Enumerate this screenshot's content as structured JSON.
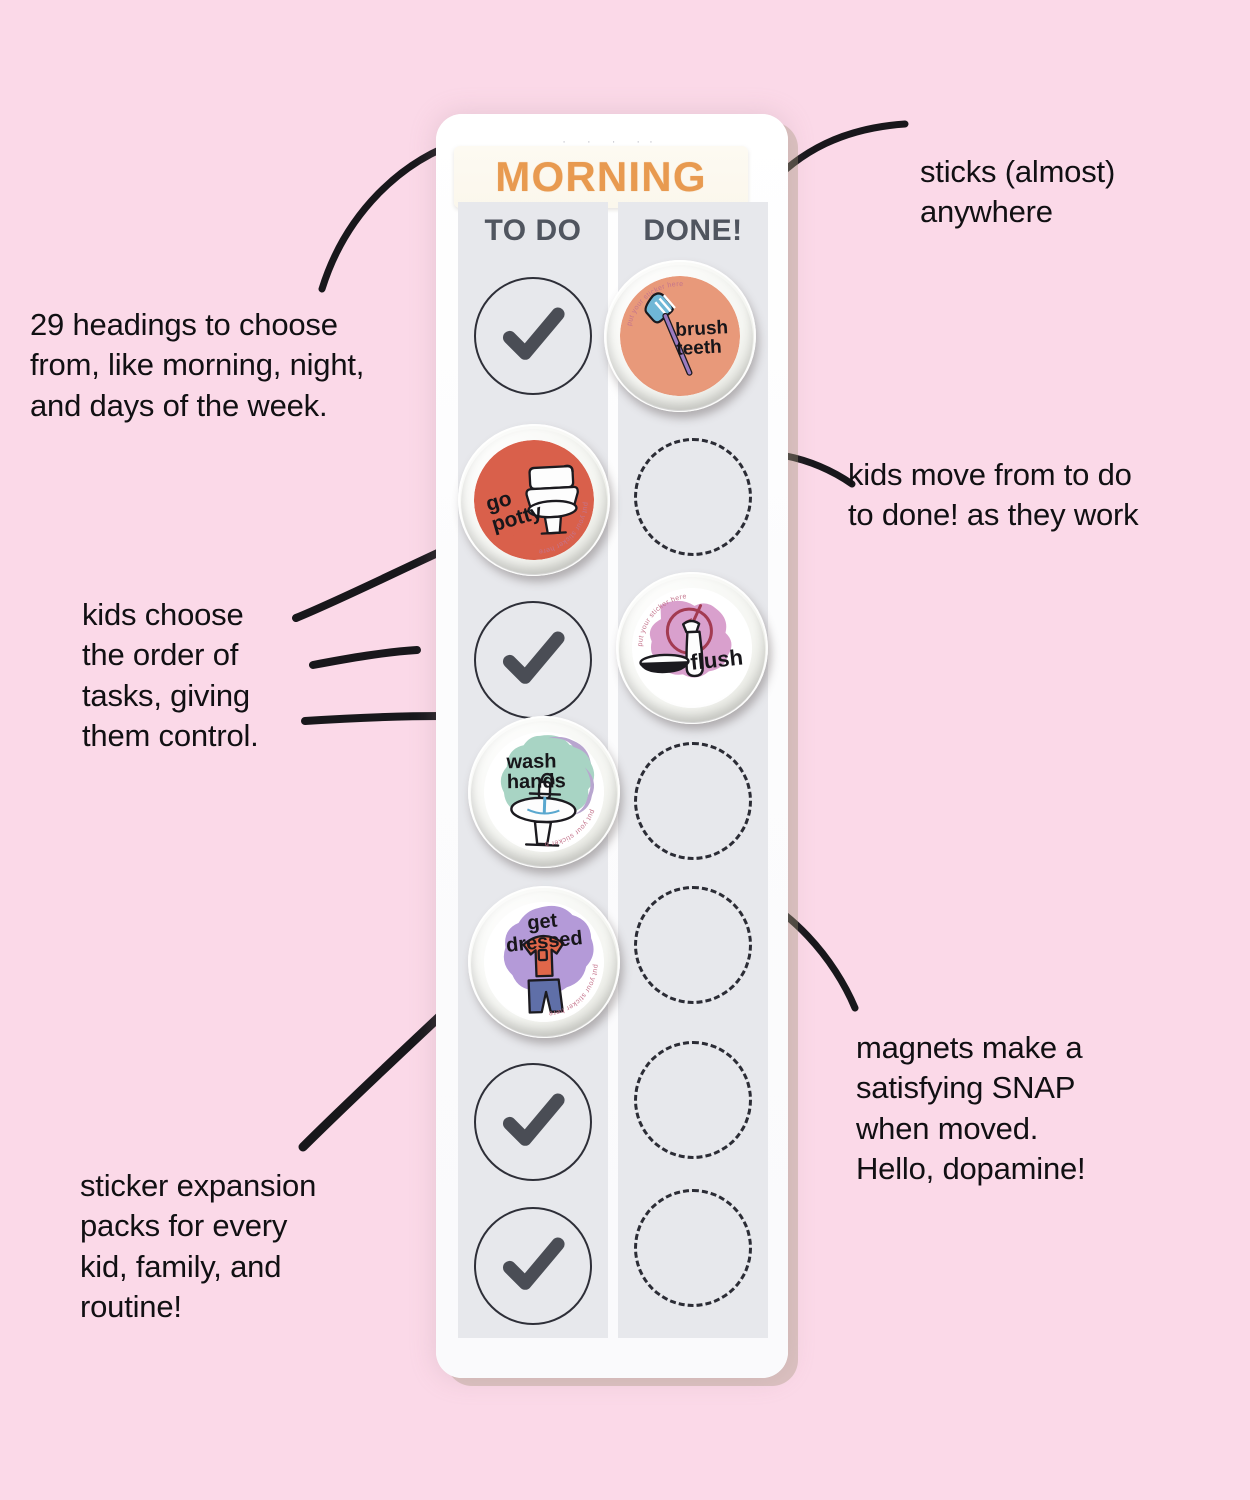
{
  "page": {
    "background_color": "#fbd9e8",
    "product": "magnetic kids routine chore chart"
  },
  "board": {
    "title_label": "MORNING",
    "title_color": "#e89a50",
    "columns": [
      {
        "id": "todo",
        "header": "TO DO"
      },
      {
        "id": "done",
        "header": "DONE!"
      }
    ],
    "todo_column": {
      "rows": [
        {
          "type": "empty-slot",
          "marker": "checkmark"
        },
        {
          "type": "magnet",
          "magnet": "go-potty"
        },
        {
          "type": "empty-slot",
          "marker": "checkmark"
        },
        {
          "type": "magnet",
          "magnet": "wash-hands"
        },
        {
          "type": "magnet",
          "magnet": "get-dressed"
        },
        {
          "type": "empty-slot",
          "marker": "checkmark"
        },
        {
          "type": "empty-slot",
          "marker": "checkmark"
        }
      ]
    },
    "done_column": {
      "rows": [
        {
          "type": "magnet",
          "magnet": "brush-teeth"
        },
        {
          "type": "empty-slot",
          "marker": "dashed-circle"
        },
        {
          "type": "magnet",
          "magnet": "flush"
        },
        {
          "type": "empty-slot",
          "marker": "dashed-circle"
        },
        {
          "type": "empty-slot",
          "marker": "dashed-circle"
        },
        {
          "type": "empty-slot",
          "marker": "dashed-circle"
        },
        {
          "type": "empty-slot",
          "marker": "dashed-circle"
        }
      ]
    },
    "magnets": [
      {
        "id": "brush-teeth",
        "label": "brush\nteeth",
        "bg_color": "#e8997a",
        "icon": "toothbrush-icon",
        "rim_text": "put your sticker here"
      },
      {
        "id": "go-potty",
        "label": "go\npotty",
        "bg_color": "#d9604b",
        "icon": "toilet-icon",
        "rim_text": "put your sticker here"
      },
      {
        "id": "flush",
        "label": "flush",
        "bg_color": "#d9a0cd",
        "icon": "flush-handle-icon",
        "rim_text": "put your sticker here"
      },
      {
        "id": "wash-hands",
        "label": "wash\nhands",
        "bg_color": "#a8d4c4",
        "icon": "sink-icon",
        "rim_text": "put your sticker here"
      },
      {
        "id": "get-dressed",
        "label": "get\ndressed",
        "bg_color": "#b49ad8",
        "icon": "clothes-icon",
        "rim_text": "put your sticker here"
      }
    ]
  },
  "annotations": [
    {
      "id": "sticks-anywhere",
      "text": "sticks (almost)\nanywhere"
    },
    {
      "id": "headings-count",
      "text": "29 headings to choose\nfrom, like morning, night,\nand days of the week."
    },
    {
      "id": "move-to-done",
      "text": "kids move from to do\nto done! as they work"
    },
    {
      "id": "kids-choose-order",
      "text": "kids choose\nthe order of\ntasks, giving\nthem control."
    },
    {
      "id": "magnet-snap",
      "text": "magnets make a\nsatisfying SNAP\nwhen moved.\nHello, dopamine!"
    },
    {
      "id": "sticker-packs",
      "text": "sticker expansion\npacks for every\nkid, family, and\nroutine!"
    }
  ]
}
